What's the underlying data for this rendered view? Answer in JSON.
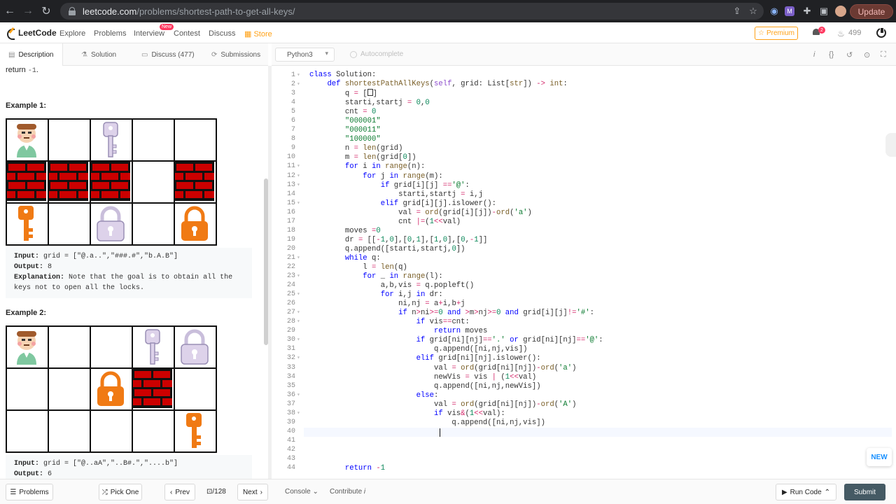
{
  "browser": {
    "url_host": "leetcode.com",
    "url_path": "/problems/shortest-path-to-get-all-keys/",
    "update_label": "Update"
  },
  "header": {
    "logo_text": "LeetCode",
    "nav": [
      "Explore",
      "Problems",
      "Interview",
      "Contest",
      "Discuss",
      "Store"
    ],
    "interview_badge": "New",
    "premium_label": "Premium",
    "notification_count": "2",
    "coins": "499"
  },
  "left_tabs": [
    {
      "label": "Description"
    },
    {
      "label": "Solution"
    },
    {
      "label": "Discuss (477)"
    },
    {
      "label": "Submissions"
    }
  ],
  "description": {
    "return_prefix": "return",
    "return_value": "-1",
    "return_suffix": ".",
    "example1": {
      "heading": "Example 1:",
      "input_label": "Input:",
      "input_value": "grid = [\"@.a..\",\"###.#\",\"b.A.B\"]",
      "output_label": "Output:",
      "output_value": "8",
      "explanation_label": "Explanation:",
      "explanation_line1": "Note that the goal is to obtain all the",
      "explanation_line2": "keys not to open all the locks."
    },
    "example2": {
      "heading": "Example 2:",
      "input_label": "Input:",
      "input_value": "grid = [\"@..aA\",\"..B#.\",\"....b\"]",
      "output_label": "Output:",
      "output_value": "6"
    }
  },
  "editor": {
    "language": "Python3",
    "autocomplete_label": "Autocomplete"
  },
  "bottom": {
    "problems_label": "Problems",
    "pick_one_label": "Pick One",
    "prev_label": "Prev",
    "page_indicator": "/128",
    "next_label": "Next",
    "console_label": "Console",
    "contribute_label": "Contribute",
    "run_label": "Run Code",
    "submit_label": "Submit"
  },
  "new_badge": "NEW",
  "colors": {
    "brand_orange": "#ffa116",
    "wall_red": "#cc0000",
    "key_orange": "#f07a14",
    "key_lilac": "#ddd2ea",
    "submit_bg": "#455a64"
  }
}
